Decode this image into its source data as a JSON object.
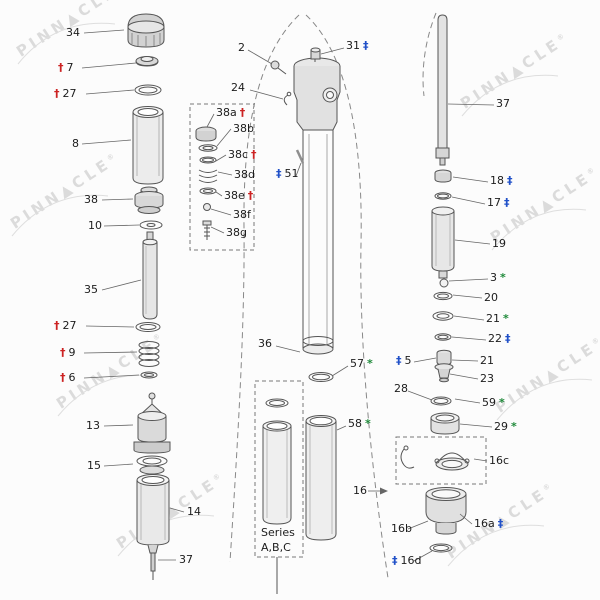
{
  "watermark": {
    "text": "PINN▲CLE",
    "reg": "®"
  },
  "series_note": {
    "line1": "Series",
    "line2": "A,B,C"
  },
  "colors": {
    "dagger": "#cc2222",
    "double_dagger": "#2050c8",
    "asterisk": "#1f8a3a",
    "line_art": "#555555"
  },
  "labels": {
    "p34": {
      "text": "34"
    },
    "p7": {
      "marker": "†",
      "text": "7"
    },
    "p27a": {
      "marker": "†",
      "text": "27"
    },
    "p8": {
      "text": "8"
    },
    "p38": {
      "text": "38"
    },
    "p10": {
      "text": "10"
    },
    "p35": {
      "text": "35"
    },
    "p27b": {
      "marker": "†",
      "text": "27"
    },
    "p9": {
      "marker": "†",
      "text": "9"
    },
    "p6": {
      "marker": "†",
      "text": "6"
    },
    "p13": {
      "text": "13"
    },
    "p15": {
      "text": "15"
    },
    "p14": {
      "text": "14"
    },
    "p37a": {
      "text": "37"
    },
    "p38a": {
      "text": "38a",
      "marker": "†"
    },
    "p38b": {
      "text": "38b"
    },
    "p38c": {
      "text": "38c",
      "marker": "†"
    },
    "p38d": {
      "text": "38d"
    },
    "p38e": {
      "text": "38e",
      "marker": "†"
    },
    "p38f": {
      "text": "38f"
    },
    "p38g": {
      "text": "38g"
    },
    "p2": {
      "text": "2"
    },
    "p24": {
      "text": "24"
    },
    "p31": {
      "text": "31",
      "marker": "‡"
    },
    "p51": {
      "marker": "‡",
      "text": "51"
    },
    "p36": {
      "text": "36"
    },
    "p57": {
      "text": "57",
      "marker": "*"
    },
    "p58": {
      "text": "58",
      "marker": "*"
    },
    "p37b": {
      "text": "37"
    },
    "p18": {
      "text": "18",
      "marker": "‡"
    },
    "p17": {
      "text": "17",
      "marker": "‡"
    },
    "p19": {
      "text": "19"
    },
    "p3": {
      "text": "3",
      "marker": "*"
    },
    "p20": {
      "text": "20"
    },
    "p21a": {
      "text": "21",
      "marker": "*"
    },
    "p22": {
      "text": "22",
      "marker": "‡"
    },
    "p5": {
      "marker": "‡",
      "text": "5"
    },
    "p21b": {
      "text": "21"
    },
    "p23": {
      "text": "23"
    },
    "p28": {
      "text": "28"
    },
    "p59": {
      "text": "59",
      "marker": "*"
    },
    "p29": {
      "text": "29",
      "marker": "*"
    },
    "p16c": {
      "text": "16c"
    },
    "p16": {
      "text": "16"
    },
    "p16b": {
      "text": "16b"
    },
    "p16a": {
      "text": "16a",
      "marker": "‡"
    },
    "p16d": {
      "marker": "‡",
      "text": "16d"
    }
  }
}
